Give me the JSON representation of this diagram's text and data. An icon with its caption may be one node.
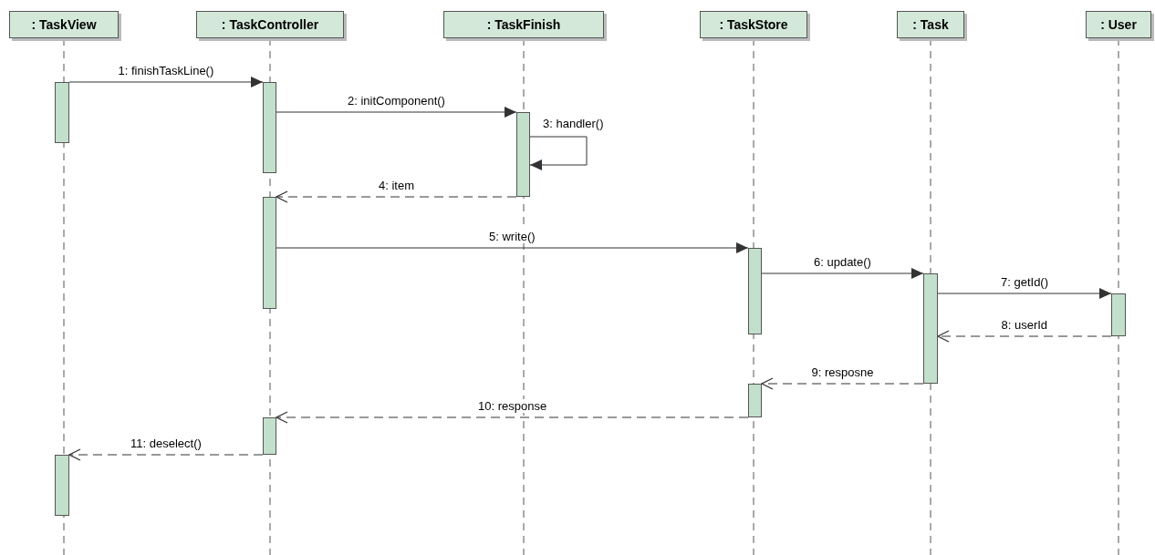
{
  "diagram": {
    "nodes": [
      {
        "text": [
          ": TaskView"
        ]
      },
      {
        "text": [
          ": TaskController"
        ]
      },
      {
        "text": [
          ": TaskFinish"
        ]
      },
      {
        "text": [
          ": TaskStore"
        ]
      },
      {
        "text": [
          ": Task"
        ]
      },
      {
        "text": [
          ": User"
        ]
      },
      {
        "text": [],
        "shape": "bar"
      },
      {
        "text": [],
        "shape": "bar"
      },
      {
        "text": [],
        "shape": "bar"
      },
      {
        "text": [],
        "shape": "bar"
      },
      {
        "text": [],
        "shape": "bar"
      },
      {
        "text": [],
        "shape": "bar"
      },
      {
        "text": [],
        "shape": "bar"
      },
      {
        "text": [],
        "shape": "bar"
      },
      {
        "text": [],
        "shape": "bar"
      },
      {
        "text": [],
        "shape": "bar"
      }
    ],
    "edges": [
      {
        "from": 6,
        "to": 7,
        "arrow": "to",
        "label": "1: finishTaskLine()"
      },
      {
        "from": 7,
        "to": 8,
        "arrow": "to",
        "label": "2: initComponent()"
      },
      {
        "from": 8,
        "to": 8,
        "arrow": "to",
        "label": "3: handler()"
      },
      {
        "from": 8,
        "to": 9,
        "arrow": "to",
        "label": "4: item",
        "style": "dashed"
      },
      {
        "from": 9,
        "to": 10,
        "arrow": "to",
        "label": "5: write()"
      },
      {
        "from": 10,
        "to": 11,
        "arrow": "to",
        "label": "6: update()"
      },
      {
        "from": 11,
        "to": 12,
        "arrow": "to",
        "label": "7: getId()"
      },
      {
        "from": 12,
        "to": 11,
        "arrow": "to",
        "label": "8: userId",
        "style": "dashed"
      },
      {
        "from": 11,
        "to": 13,
        "arrow": "to",
        "label": "9: resposne",
        "style": "dashed"
      },
      {
        "from": 13,
        "to": 14,
        "arrow": "to",
        "label": "10: response",
        "style": "dashed"
      },
      {
        "from": 14,
        "to": 15,
        "arrow": "to",
        "label": "11: deselect()",
        "style": "dashed"
      }
    ]
  }
}
